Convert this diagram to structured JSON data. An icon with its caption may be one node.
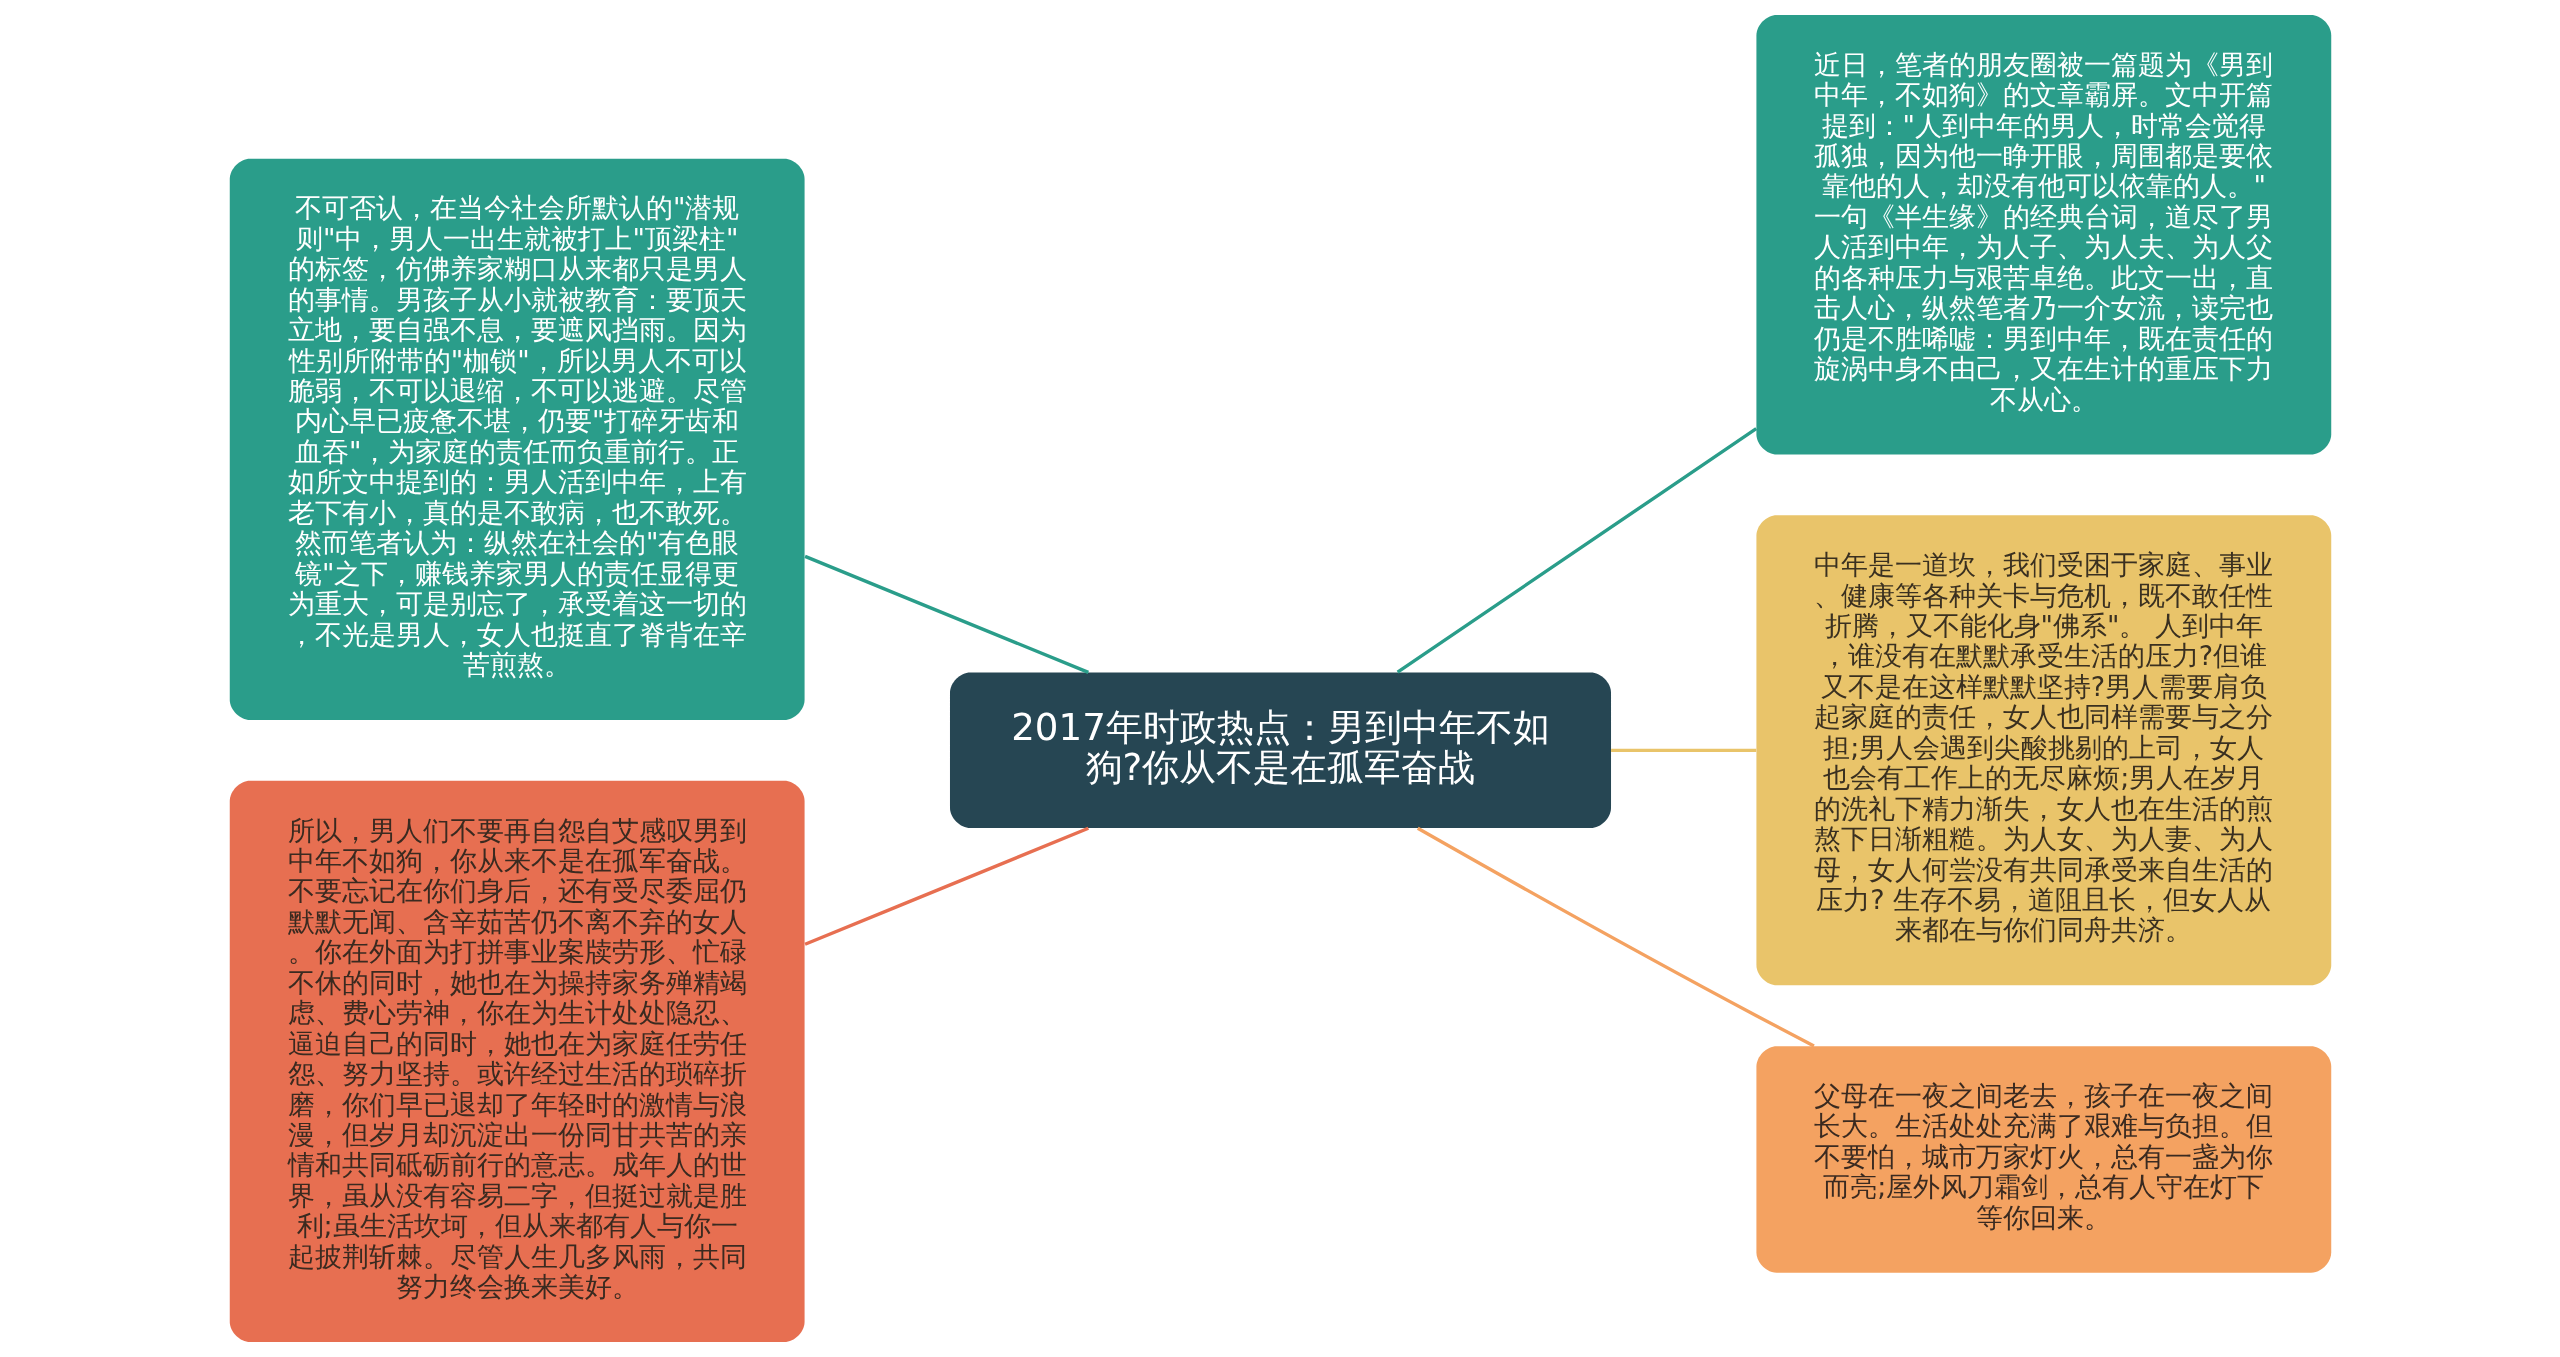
{
  "diagram": {
    "nodes": [
      {
        "text": [
          "2017年时政热点：男到中年不如狗?你从不是在孤军奋战"
        ]
      },
      {
        "text": [
          "不可否认，在当今社会所默认的\"潜规则\"中，男人一出生就被打上\"顶梁柱\"的标签，仿佛养家糊口从来都只是男人的事情。男孩子从小就被教育：要顶天立地，要自强不息，要遮风挡雨。因为性别所附带的\"枷锁\"，所以男人不可以脆弱，不可以退缩，不可以逃避。尽管内心早已疲惫不堪，仍要\"打碎牙齿和血吞\"，为家庭的责任而负重前行。正如所文中提到的：男人活到中年，上有老下有小，真的是不敢病，也不敢死。然而笔者认为：纵然在社会的\"有色眼镜\"之下，赚钱养家男人的责任显得更为重大，可是别忘了，承受着这一切的，不光是男人，女人也挺直了脊背在辛苦煎熬。"
        ]
      },
      {
        "text": [
          "所以，男人们不要再自怨自艾感叹男到中年不如狗，你从来不是在孤军奋战。不要忘记在你们身后，还有受尽委屈仍默默无闻、含辛茹苦仍不离不弃的女人。你在外面为打拼事业案牍劳形、忙碌不休的同时，她也在为操持家务殚精竭虑、费心劳神，你在为生计处处隐忍、逼迫自己的同时，她也在为家庭任劳任怨、努力坚持。或许经过生活的琐碎折磨，你们早已退却了年轻时的激情与浪漫，但岁月却沉淀出一份同甘共苦的亲情和共同砥砺前行的意志。成年人的世界，虽从没有容易二字，但挺过就是胜利;虽生活坎坷，但从来都有人与你一起披荆斩棘。尽管人生几多风雨，共同努力终会换来美好。"
        ]
      },
      {
        "text": [
          "近日，笔者的朋友圈被一篇题为《男到中年，不如狗》的文章霸屏。文中开篇提到：\"人到中年的男人，时常会觉得孤独，因为他一睁开眼，周围都是要依靠他的人，却没有他可以依靠的人。\"一句《半生缘》的经典台词，道尽了男人活到中年，为人子、为人夫、为人父的各种压力与艰苦卓绝。此文一出，直击人心，纵然笔者乃一介女流，读完也仍是不胜唏嘘：男到中年，既在责任的旋涡中身不由己，又在生计的重压下力不从心。"
        ]
      },
      {
        "text": [
          "中年是一道坎，我们受困于家庭、事业、健康等各种关卡与危机，既不敢任性折腾，又不能化身\"佛系\"。 人到中年，谁没有在默默承受生活的压力?但谁又不是在这样默默坚持?男人需要肩负起家庭的责任，女人也同样需要与之分担;男人会遇到尖酸挑剔的上司，女人也会有工作上的无尽麻烦;男人在岁月的洗礼下精力渐失，女人也在生活的煎熬下日渐粗糙。为人女、为人妻、为人母，女人何尝没有共同承受来自生活的压力? 生存不易，道阻且长，但女人从来都在与你们同舟共济。"
        ]
      },
      {
        "text": [
          "父母在一夜之间老去，孩子在一夜之间长大。生活处处充满了艰难与负担。但不要怕，城市万家灯火，总有一盏为你而亮;屋外风刀霜剑，总有人守在灯下等你回来。"
        ]
      }
    ],
    "edges": [
      {
        "from": 0,
        "to": 1,
        "arrow": "none",
        "color": "#2a9d8a"
      },
      {
        "from": 0,
        "to": 2,
        "arrow": "none",
        "color": "#e76f51"
      },
      {
        "from": 0,
        "to": 3,
        "arrow": "none",
        "color": "#2a9d8a"
      },
      {
        "from": 0,
        "to": 4,
        "arrow": "none",
        "color": "#e9c46a"
      },
      {
        "from": 0,
        "to": 5,
        "arrow": "none",
        "color": "#f4a261"
      }
    ]
  }
}
